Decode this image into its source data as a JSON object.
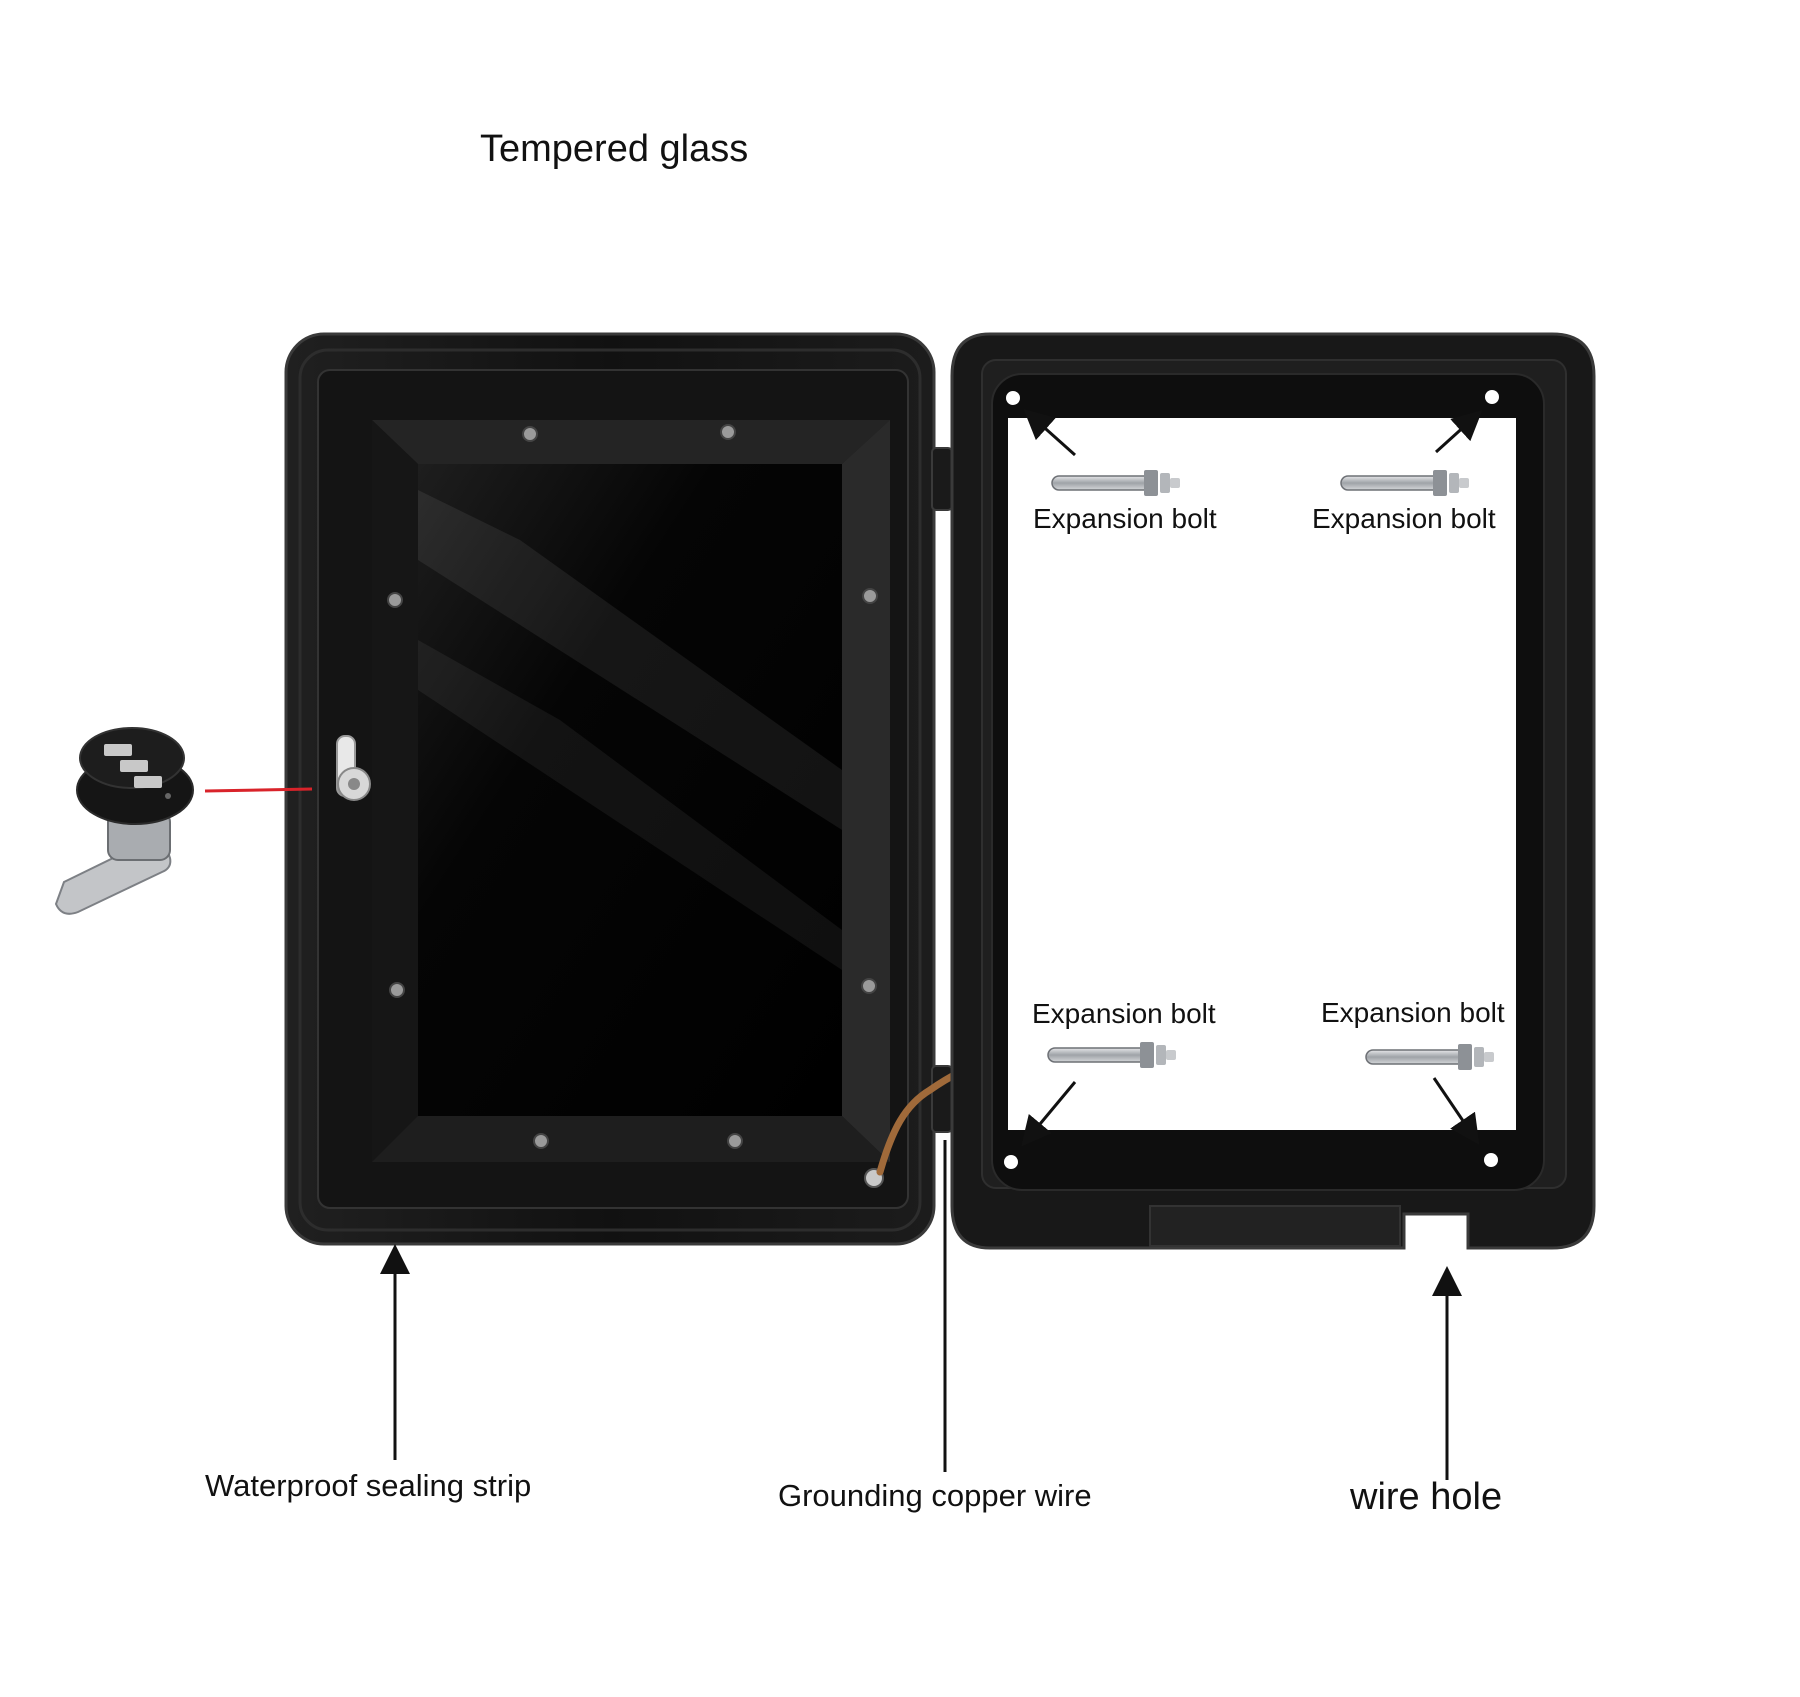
{
  "labels": {
    "tempered_glass": "Tempered glass",
    "expansion_bolt_top_left": "Expansion bolt",
    "expansion_bolt_top_right": "Expansion bolt",
    "expansion_bolt_bottom_left": "Expansion bolt",
    "expansion_bolt_bottom_right": "Expansion bolt",
    "waterproof_strip": "Waterproof sealing strip",
    "grounding_wire": "Grounding copper wire",
    "wire_hole": "wire hole"
  },
  "colors": {
    "frame": "#151515",
    "frame_edge": "#2c2c2c",
    "glass": "#030303",
    "arrow": "#111111",
    "lock_pointer": "#d9232a",
    "copper": "#a06a3a",
    "steel": "#b9bcc0"
  }
}
